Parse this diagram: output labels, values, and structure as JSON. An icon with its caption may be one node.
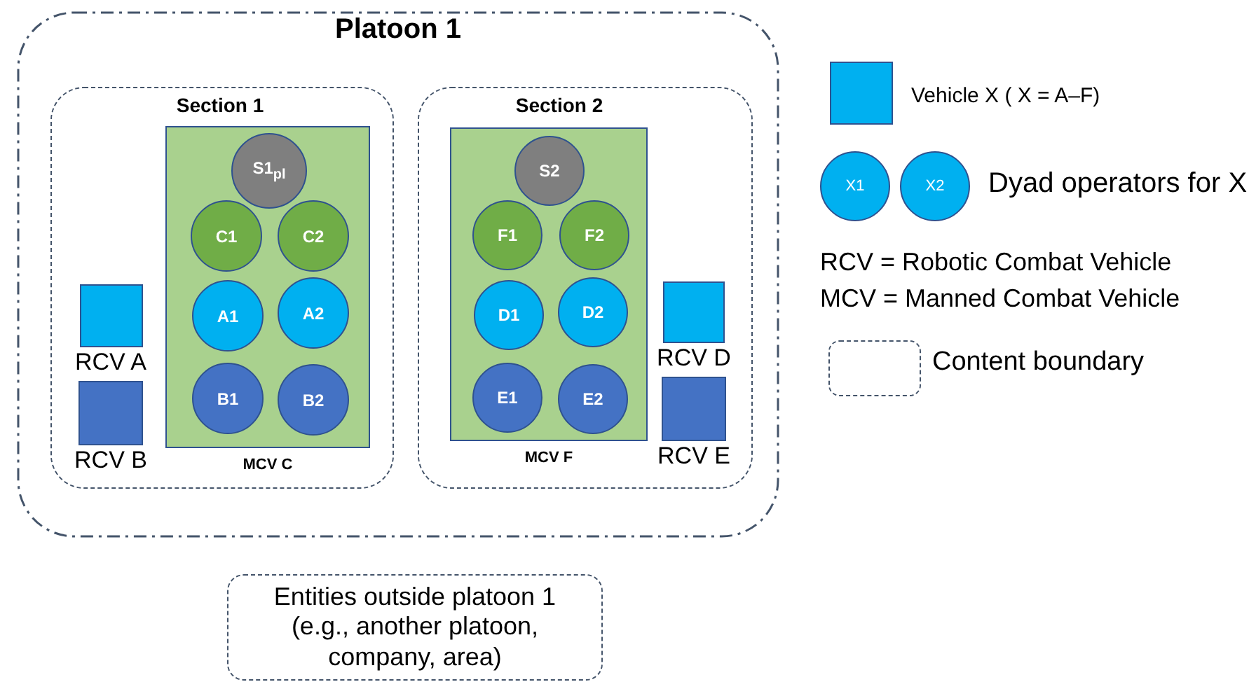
{
  "diagram": {
    "nodes": [
      {
        "text": [
          "Platoon 1"
        ]
      },
      {
        "text": [
          "Section 1"
        ],
        "in": 0
      },
      {
        "text": [
          "MCV C"
        ],
        "in": 1
      },
      {
        "text": [
          "S1$_{pl}$"
        ],
        "in": 2
      },
      {
        "text": [
          "C1"
        ],
        "in": 2
      },
      {
        "text": [
          "C2"
        ],
        "in": 2
      },
      {
        "text": [
          "A1"
        ],
        "in": 2
      },
      {
        "text": [
          "A2"
        ],
        "in": 2
      },
      {
        "text": [
          "B1"
        ],
        "in": 2
      },
      {
        "text": [
          "B2"
        ],
        "in": 2
      },
      {
        "text": [
          "RCV A"
        ],
        "in": 1
      },
      {
        "text": [
          "RCV B"
        ],
        "in": 1
      },
      {
        "text": [
          "Section 2"
        ],
        "in": 0
      },
      {
        "text": [
          "MCV F"
        ],
        "in": 12
      },
      {
        "text": [
          "S2"
        ],
        "in": 13
      },
      {
        "text": [
          "F1"
        ],
        "in": 13
      },
      {
        "text": [
          "F2"
        ],
        "in": 13
      },
      {
        "text": [
          "D1"
        ],
        "in": 13
      },
      {
        "text": [
          "D2"
        ],
        "in": 13
      },
      {
        "text": [
          "E1"
        ],
        "in": 13
      },
      {
        "text": [
          "E2"
        ],
        "in": 13
      },
      {
        "text": [
          "RCV D"
        ],
        "in": 12
      },
      {
        "text": [
          "RCV E"
        ],
        "in": 12
      },
      {
        "text": [
          "Entities outside platoon 1 (e.g., another platoon, company, area)"
        ]
      },
      {
        "text": [
          "X1"
        ]
      },
      {
        "text": [
          "X2"
        ]
      }
    ],
    "edges": [],
    "labels": [
      "RCV = Robotic Combat Vehicle",
      "MCV = Manned Combat Vehicle"
    ],
    "legend": [
      {
        "text": "Vehicle X ( X = A–F)",
        "color": "#00b0f0"
      },
      {
        "text": "Dyad operators for X"
      },
      {
        "text": "Content boundary"
      }
    ]
  }
}
